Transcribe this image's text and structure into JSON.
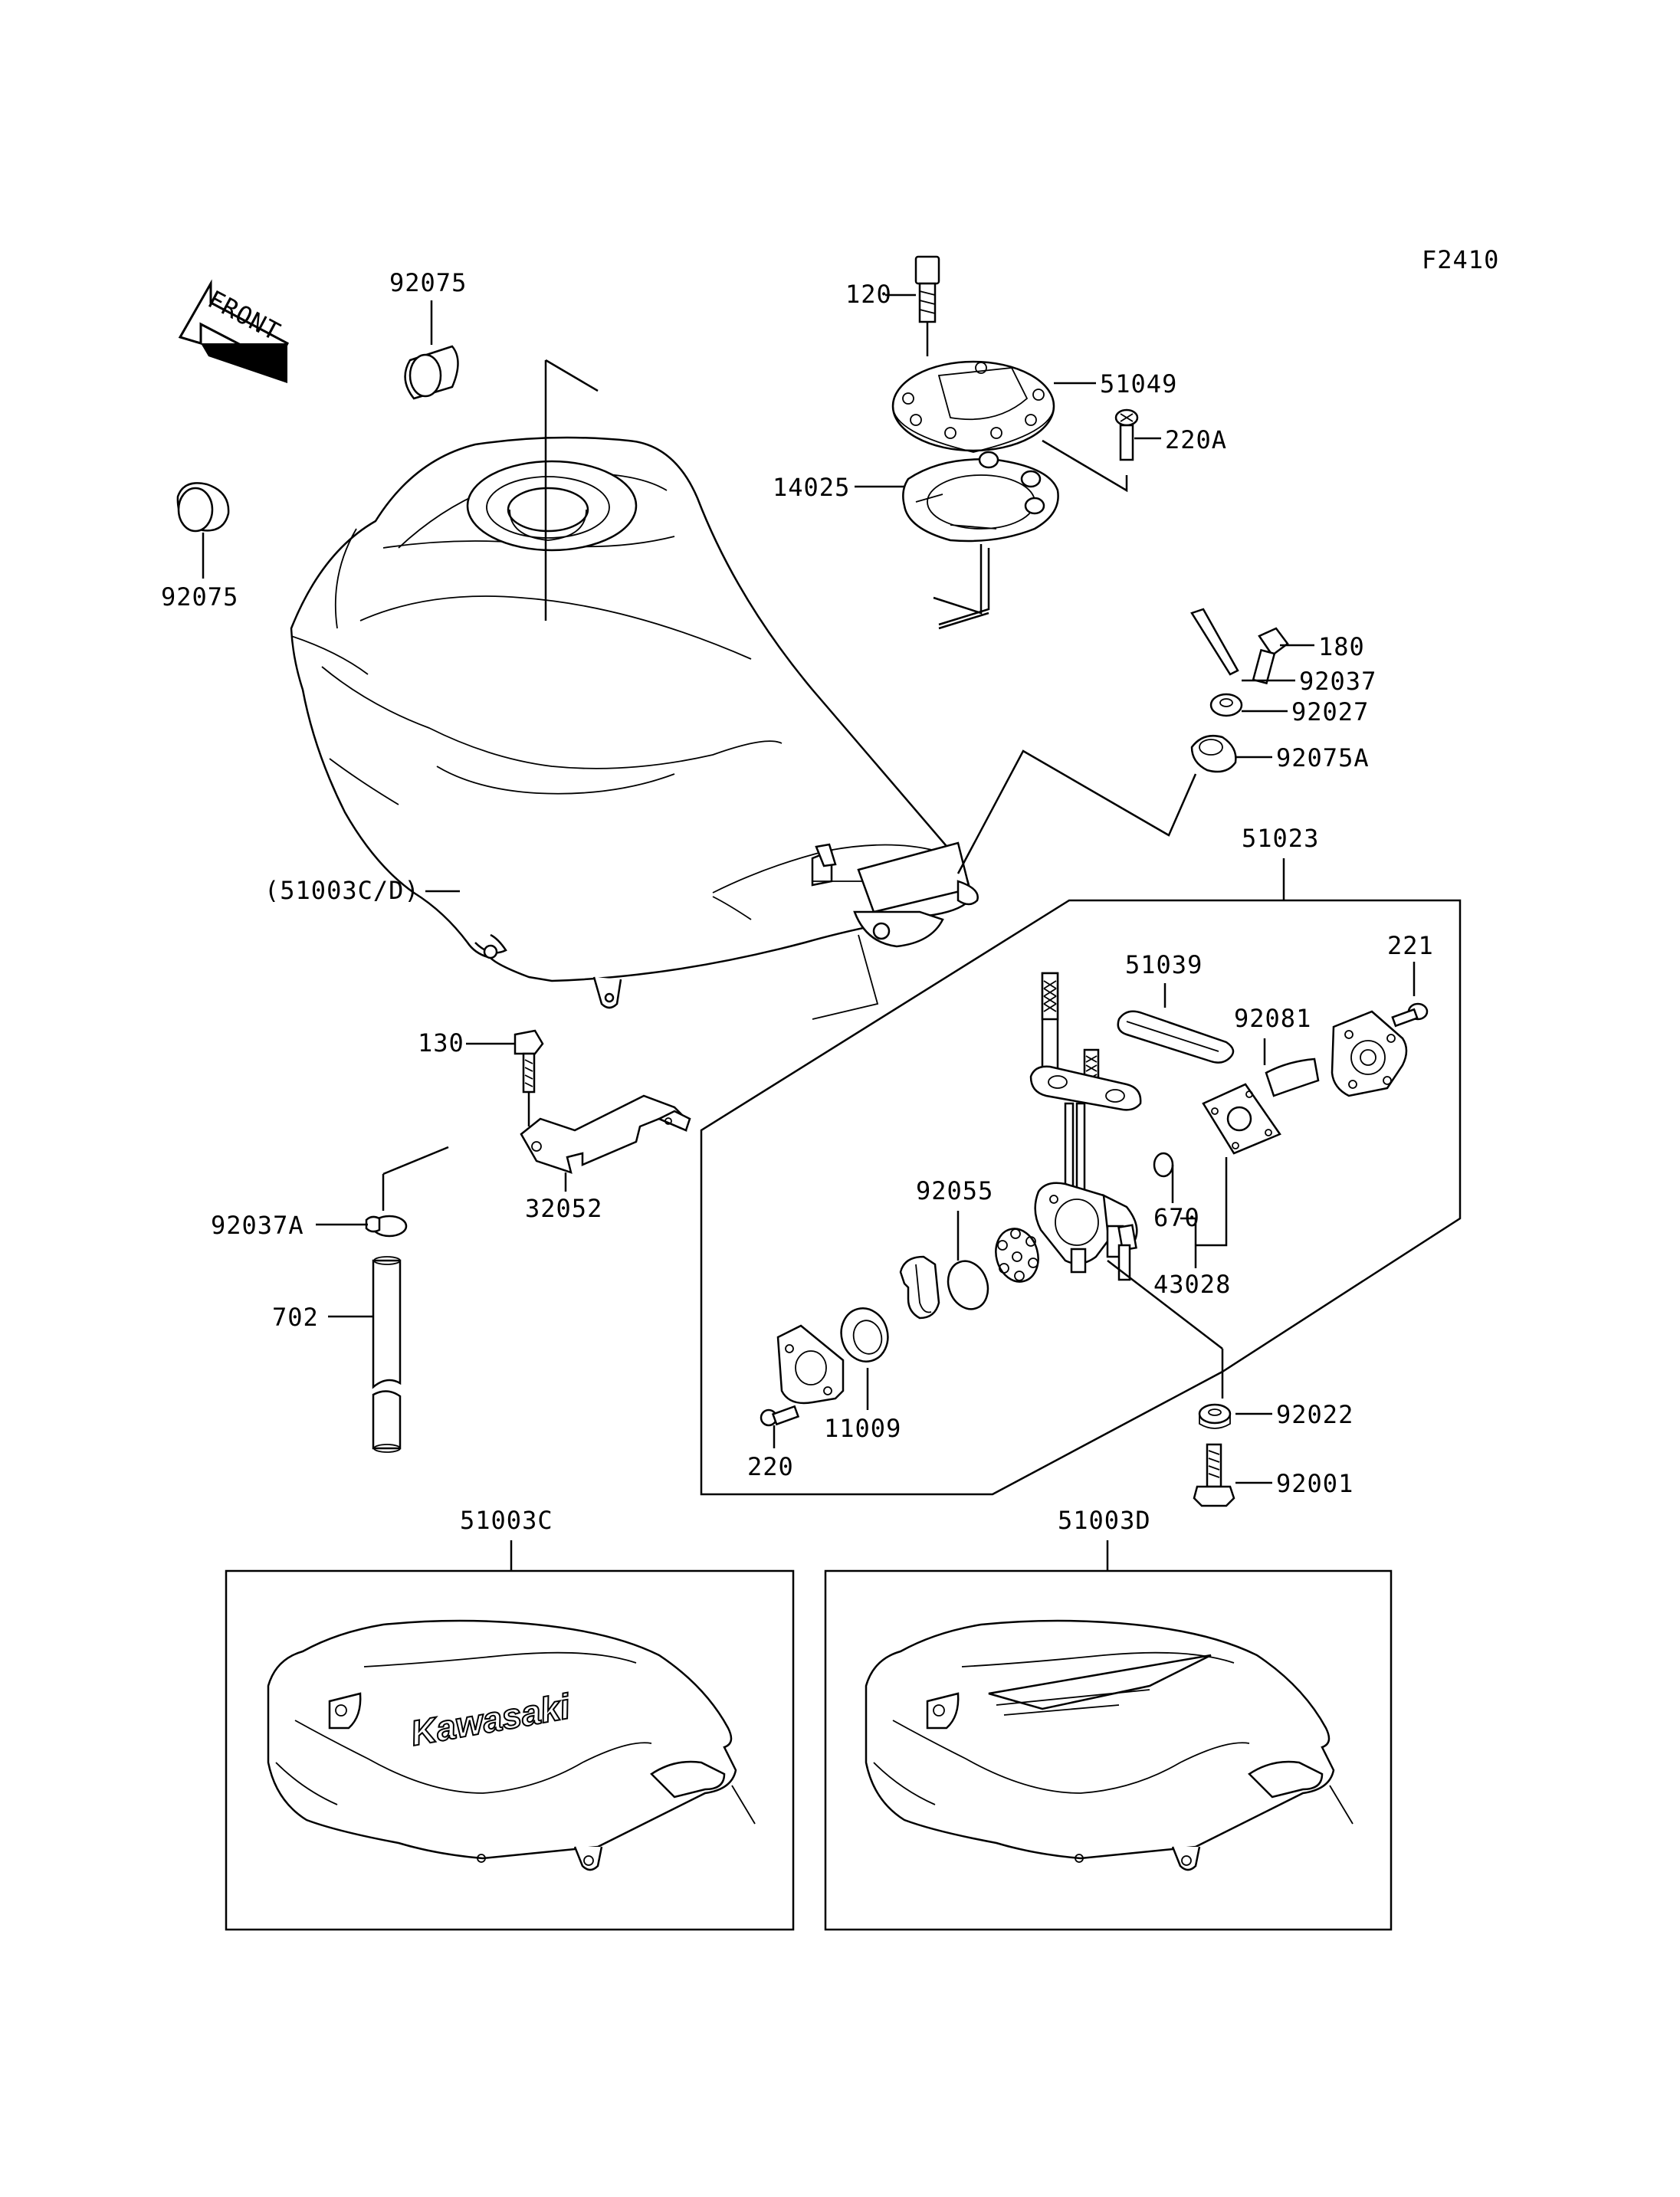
{
  "figure_code": "F2410",
  "front_arrow": "FRONT",
  "brand": "Kawasaki",
  "labels": {
    "p92075_top": "92075",
    "p92075_left": "92075",
    "p120": "120",
    "p51049": "51049",
    "p220A": "220A",
    "p14025": "14025",
    "p180": "180",
    "p92037": "92037",
    "p92027": "92027",
    "p92075A": "92075A",
    "p51023": "51023",
    "p51003CD": "(51003C/D)",
    "p221": "221",
    "p51039": "51039",
    "p92081": "92081",
    "p130": "130",
    "p32052": "32052",
    "p670": "670",
    "p92055": "92055",
    "p43028": "43028",
    "p92037A": "92037A",
    "p702": "702",
    "p92022": "92022",
    "p11009": "11009",
    "p220": "220",
    "p92001": "92001",
    "p51003C": "51003C",
    "p51003D": "51003D"
  }
}
